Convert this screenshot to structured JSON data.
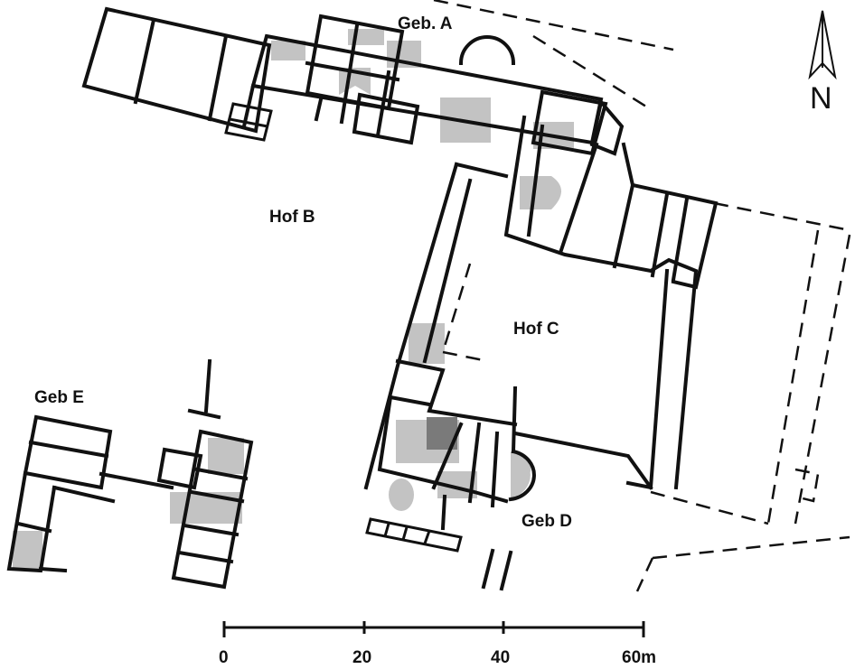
{
  "labels": {
    "geb_a": "Geb. A",
    "hof_b": "Hof B",
    "hof_c": "Hof C",
    "geb_d": "Geb D",
    "geb_e": "Geb E"
  },
  "north": {
    "letter": "N"
  },
  "scale_bar": {
    "ticks": [
      "0",
      "20",
      "40",
      "60m"
    ]
  }
}
